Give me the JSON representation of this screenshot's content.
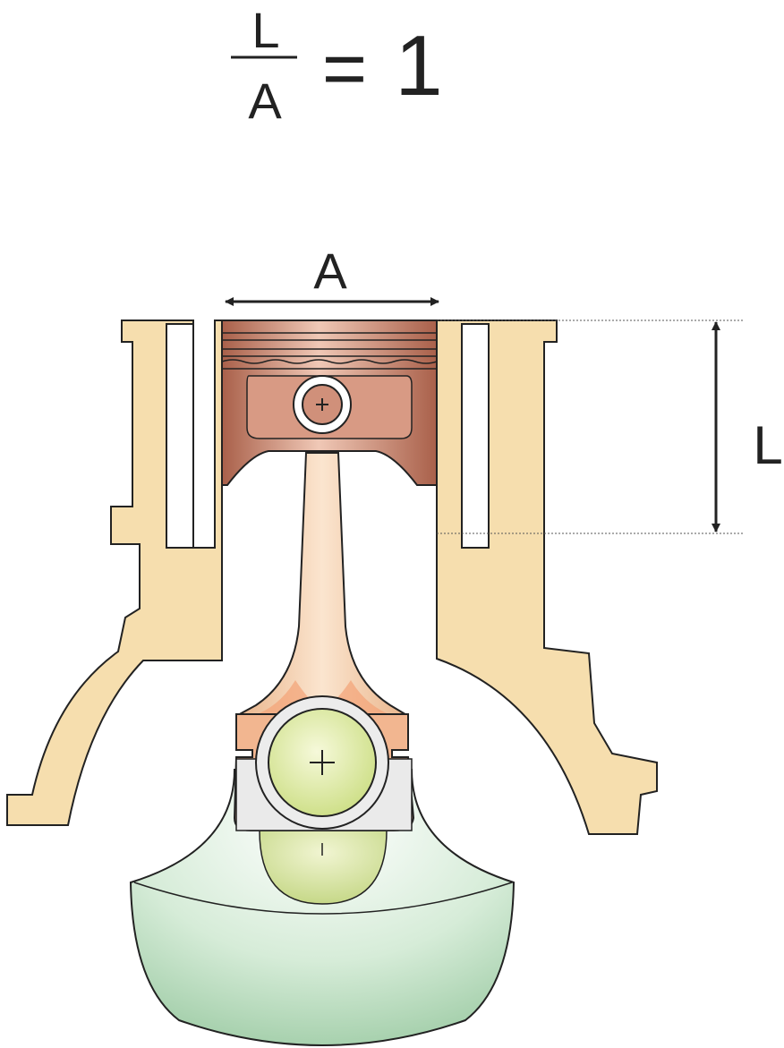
{
  "formula": {
    "numerator": "L",
    "denominator": "A",
    "equals": "=",
    "value": "1"
  },
  "labels": {
    "bore": "A",
    "stroke": "L"
  },
  "colors": {
    "block": "#f6deae",
    "block_outline": "#222222",
    "piston": "#c07a62",
    "piston_light": "#e8b8a2",
    "rod": "#f2c090",
    "rod_accent": "#f0a070",
    "journal": "#e4edb0",
    "counterweight": "#c8e6cc",
    "text": "#222222"
  }
}
